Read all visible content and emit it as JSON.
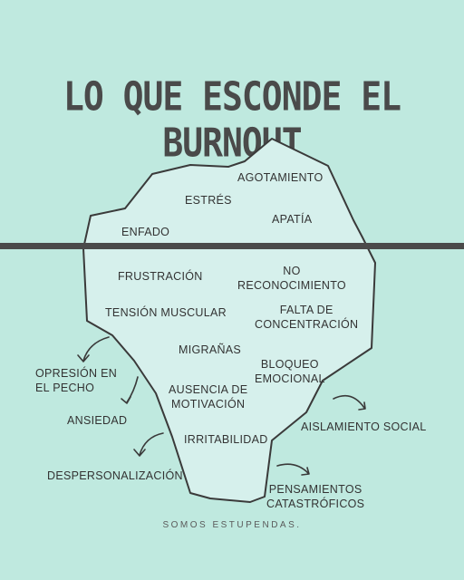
{
  "title": "LO QUE ESCONDE EL BURNOUT",
  "footer": "SOMOS ESTUPENDAS.",
  "colors": {
    "background": "#bfe9df",
    "iceberg_fill": "#d6f0ec",
    "outline": "#3a3a3a",
    "waterline": "#4a4a4a"
  },
  "above": {
    "agotamiento": "AGOTAMIENTO",
    "estres": "ESTRÉS",
    "apatia": "APATÍA",
    "enfado": "ENFADO"
  },
  "below": {
    "frustracion": "FRUSTRACIÓN",
    "no_reconocimiento_1": "NO",
    "no_reconocimiento_2": "RECONOCIMIENTO",
    "tension": "TENSIÓN MUSCULAR",
    "falta_1": "FALTA DE",
    "falta_2": "CONCENTRACIÓN",
    "migranas": "MIGRAÑAS",
    "bloqueo_1": "BLOQUEO",
    "bloqueo_2": "EMOCIONAL",
    "ausencia_1": "AUSENCIA DE",
    "ausencia_2": "MOTIVACIÓN",
    "irritabilidad": "IRRITABILIDAD"
  },
  "outside": {
    "opresion_1": "OPRESIÓN EN",
    "opresion_2": "EL PECHO",
    "ansiedad": "ANSIEDAD",
    "despersonalizacion": "DESPERSONALIZACIÓN",
    "aislamiento": "AISLAMIENTO SOCIAL",
    "pensamientos_1": "PENSAMIENTOS",
    "pensamientos_2": "CATASTRÓFICOS"
  }
}
